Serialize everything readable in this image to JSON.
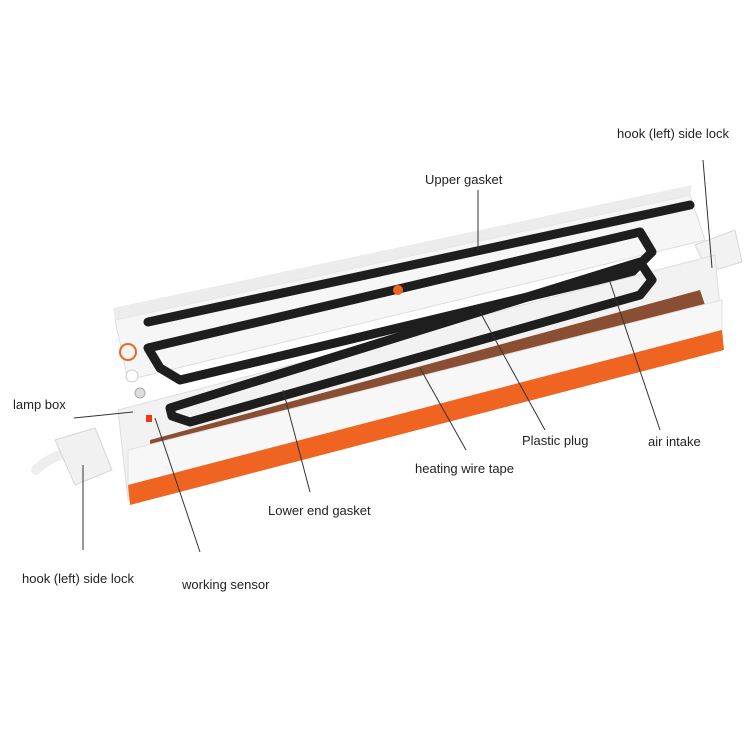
{
  "diagram": {
    "subject": "vacuum sealer",
    "colors": {
      "body": "#f4f4f4",
      "body_shade": "#dcdcdc",
      "accent_orange": "#ee6420",
      "gasket_black": "#1e1e1e",
      "heating_tape_brown": "#8a4e32",
      "leader_line": "#333333",
      "text": "#222222"
    },
    "labels": [
      {
        "id": "hook-right",
        "text": "hook (left) side lock"
      },
      {
        "id": "upper-gasket",
        "text": "Upper gasket"
      },
      {
        "id": "lamp-box",
        "text": "lamp box"
      },
      {
        "id": "plastic-plug",
        "text": "Plastic plug"
      },
      {
        "id": "air-intake",
        "text": "air intake"
      },
      {
        "id": "heating-wire-tape",
        "text": "heating wire tape"
      },
      {
        "id": "lower-end-gasket",
        "text": "Lower end gasket"
      },
      {
        "id": "hook-left",
        "text": "hook (left) side lock"
      },
      {
        "id": "working-sensor",
        "text": "working sensor"
      }
    ]
  }
}
